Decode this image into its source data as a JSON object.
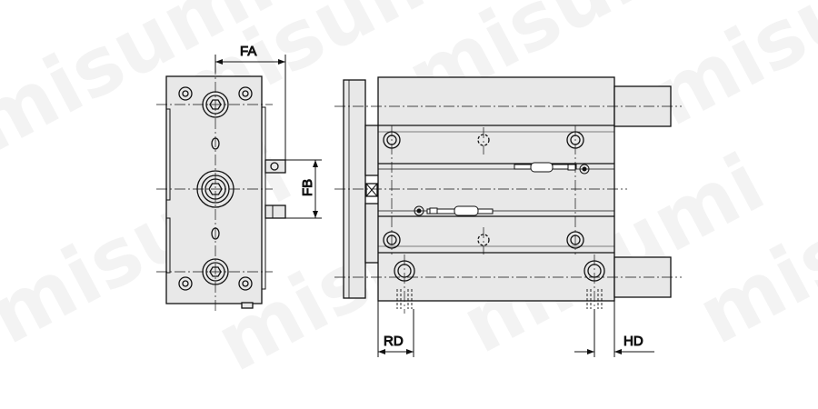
{
  "watermark": {
    "text": "misumi"
  },
  "dimensions": {
    "fa": "FA",
    "fb": "FB",
    "rd": "RD",
    "hd": "HD"
  },
  "colors": {
    "body_fill": "#e8e8e8",
    "line": "#111111",
    "watermark": "#000000"
  }
}
